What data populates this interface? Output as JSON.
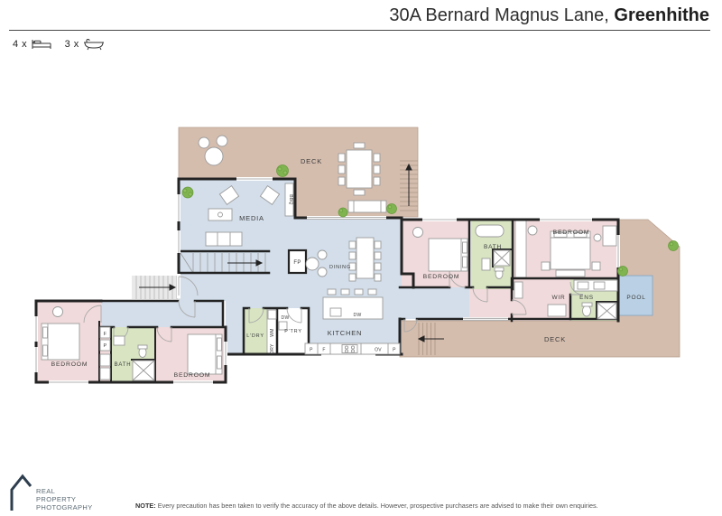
{
  "header": {
    "address": "30A Bernard Magnus Lane,",
    "suburb": "Greenhithe",
    "bed_count": "4",
    "bath_count": "3",
    "times": "x"
  },
  "plan": {
    "rooms": {
      "deck": "DECK",
      "media": "MEDIA",
      "dining": "DINING",
      "kitchen": "KITCHEN",
      "bedroom": "BEDROOM",
      "bath": "BATH",
      "laundry": "L'DRY",
      "pantry": "P'TRY",
      "wir": "WIR",
      "ens": "ENS",
      "pool": "POOL"
    },
    "fixtures": {
      "fp": "FP",
      "bbq": "BBQ",
      "dw": "DW",
      "wm": "WM",
      "dry": "DRY",
      "ov": "OV",
      "f": "F",
      "p": "P"
    },
    "colors": {
      "deck": "#d5bdae",
      "living": "#d3deea",
      "bedroom": "#f1dadb",
      "bath": "#d8e4c2",
      "pool": "#bad1e5",
      "wall": "#232323",
      "stairs_outdoor": "#e9e9e9",
      "tree": "#7fb450",
      "label": "#3d3d3d"
    }
  },
  "footer": {
    "brand_line1": "REAL",
    "brand_line2": "PROPERTY",
    "brand_line3": "PHOTOGRAPHY",
    "note_label": "NOTE:",
    "note_text": "Every precaution has been taken to verify the accuracy of the above details. However, prospective purchasers are advised to make their own enquiries."
  }
}
